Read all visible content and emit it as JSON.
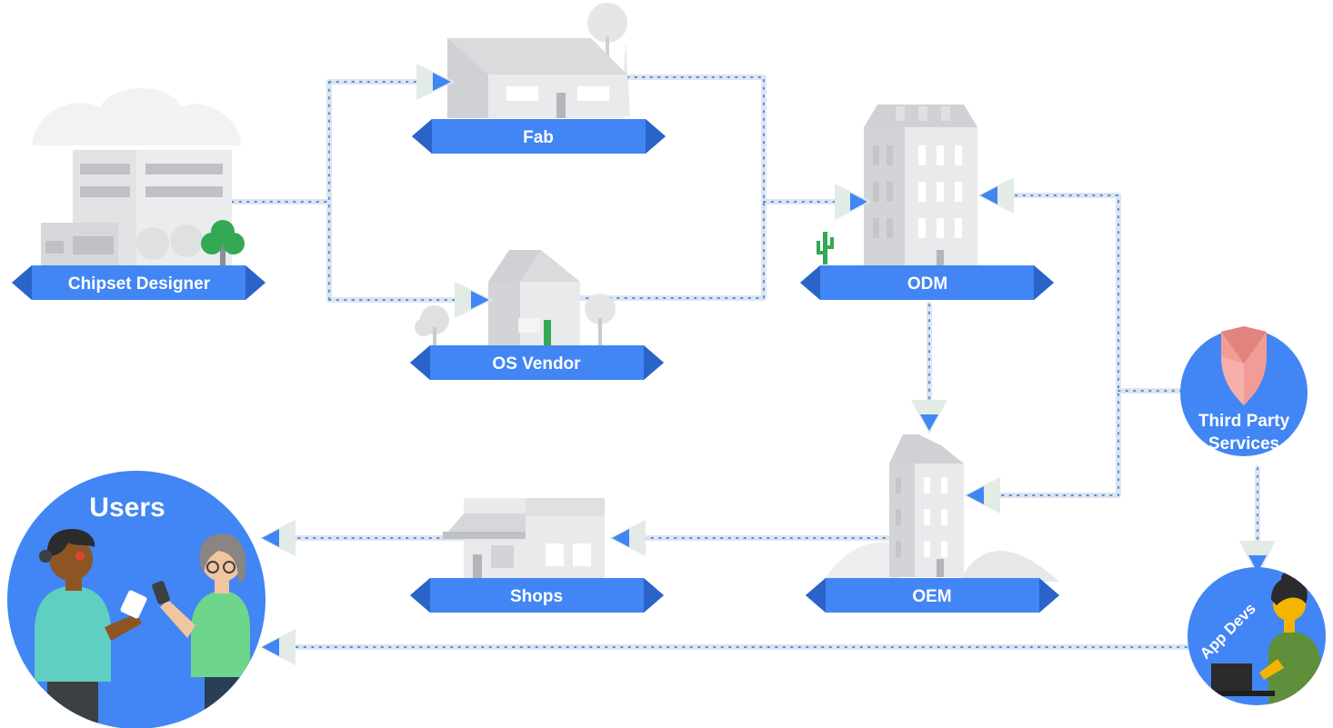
{
  "colors": {
    "banner": "#4285f4",
    "banner_dark": "#2a64c8",
    "connector": "#dde5ee",
    "connector_dots": "#4d8fe9",
    "arrow": "#4285f4",
    "arrow_halo": "#e3ebe6",
    "building": "#e2e3e5",
    "building_shade": "#c9cbce",
    "tree_green": "#34a853",
    "shield": "#f19c96"
  },
  "nodes": {
    "chipset_designer": {
      "label": "Chipset Designer"
    },
    "fab": {
      "label": "Fab"
    },
    "os_vendor": {
      "label": "OS Vendor"
    },
    "odm": {
      "label": "ODM"
    },
    "oem": {
      "label": "OEM"
    },
    "shops": {
      "label": "Shops"
    },
    "third_party": {
      "label_line1": "Third Party",
      "label_line2": "Services",
      "icon": "shield-icon"
    },
    "users": {
      "label": "Users"
    },
    "app_devs": {
      "label": "App Devs"
    }
  }
}
